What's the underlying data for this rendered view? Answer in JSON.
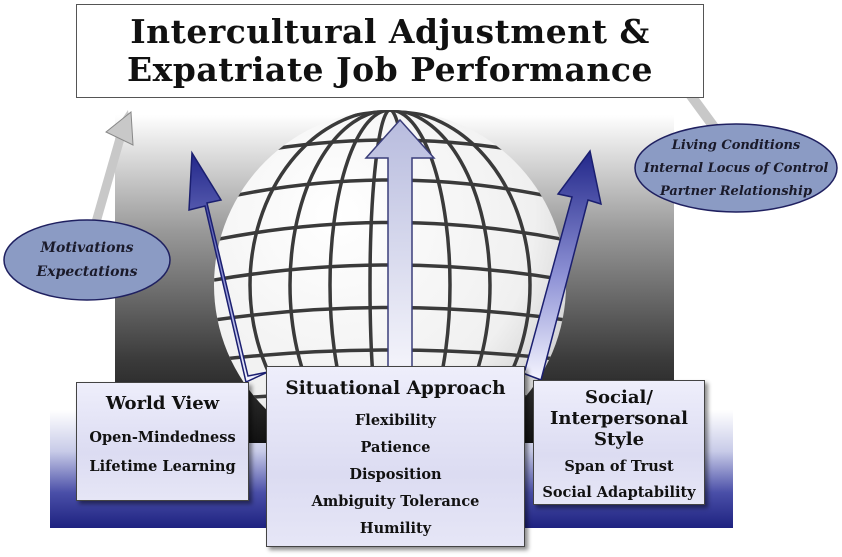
{
  "title": {
    "line1": "Intercultural Adjustment &",
    "line2": "Expatriate Job Performance"
  },
  "left_oval": {
    "items": [
      "Motivations",
      "Expectations"
    ]
  },
  "right_oval": {
    "items": [
      "Living Conditions",
      "Internal Locus of Control",
      "Partner Relationship"
    ]
  },
  "world_view": {
    "title": "World View",
    "items": [
      "Open-Mindedness",
      "Lifetime Learning"
    ]
  },
  "situational_approach": {
    "title": "Situational Approach",
    "items": [
      "Flexibility",
      "Patience",
      "Disposition",
      "Ambiguity Tolerance",
      "Humility"
    ]
  },
  "social_style": {
    "title_lines": [
      "Social/",
      "Interpersonal",
      "Style"
    ],
    "items": [
      "Span of Trust",
      "Social Adaptability"
    ]
  },
  "colors": {
    "navy": "#2a2f8a",
    "oval_fill": "#8b9bc4",
    "gray_arrow": "#c8c8c8",
    "panel_fill": "#e4e4f5"
  }
}
